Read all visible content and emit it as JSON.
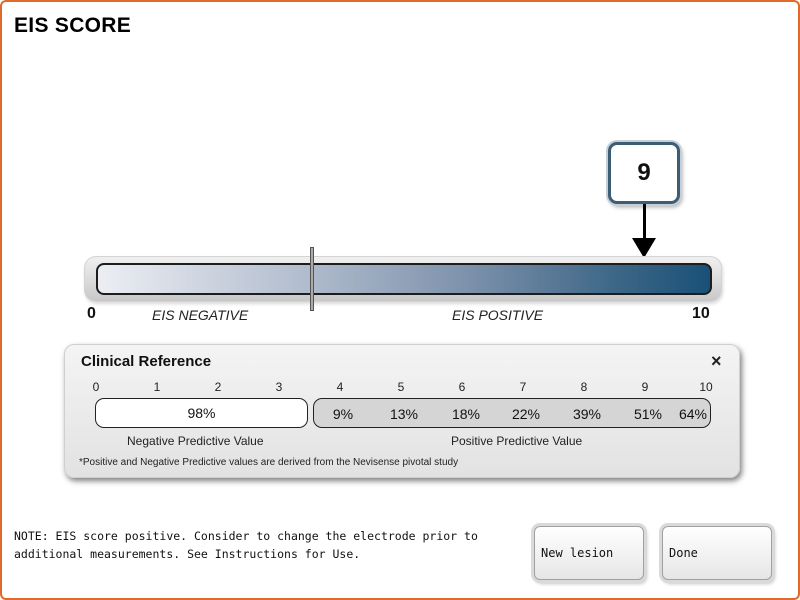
{
  "title": "EIS SCORE",
  "score": {
    "value": "9",
    "min_label": "0",
    "max_label": "10",
    "negative_label": "EIS NEGATIVE",
    "positive_label": "EIS POSITIVE",
    "colors": {
      "bar_start": "#eceef3",
      "bar_end": "#1a5078",
      "callout_border": "#3d5d75"
    }
  },
  "clinical_reference": {
    "title": "Clinical Reference",
    "close_icon": "×",
    "ticks": [
      "0",
      "1",
      "2",
      "3",
      "4",
      "5",
      "6",
      "7",
      "8",
      "9",
      "10"
    ],
    "npv_value": "98%",
    "ppv_values": [
      "9%",
      "13%",
      "18%",
      "22%",
      "39%",
      "51%",
      "64%"
    ],
    "npv_label": "Negative Predictive Value",
    "ppv_label": "Positive Predictive Value",
    "footnote": "*Positive and Negative Predictive values are derived from the Nevisense pivotal study"
  },
  "note": "NOTE: EIS score positive. Consider to change the electrode prior to additional measurements. See Instructions for Use.",
  "buttons": {
    "new_lesion": "New lesion",
    "done": "Done"
  },
  "accent_color": "#e06a2c"
}
